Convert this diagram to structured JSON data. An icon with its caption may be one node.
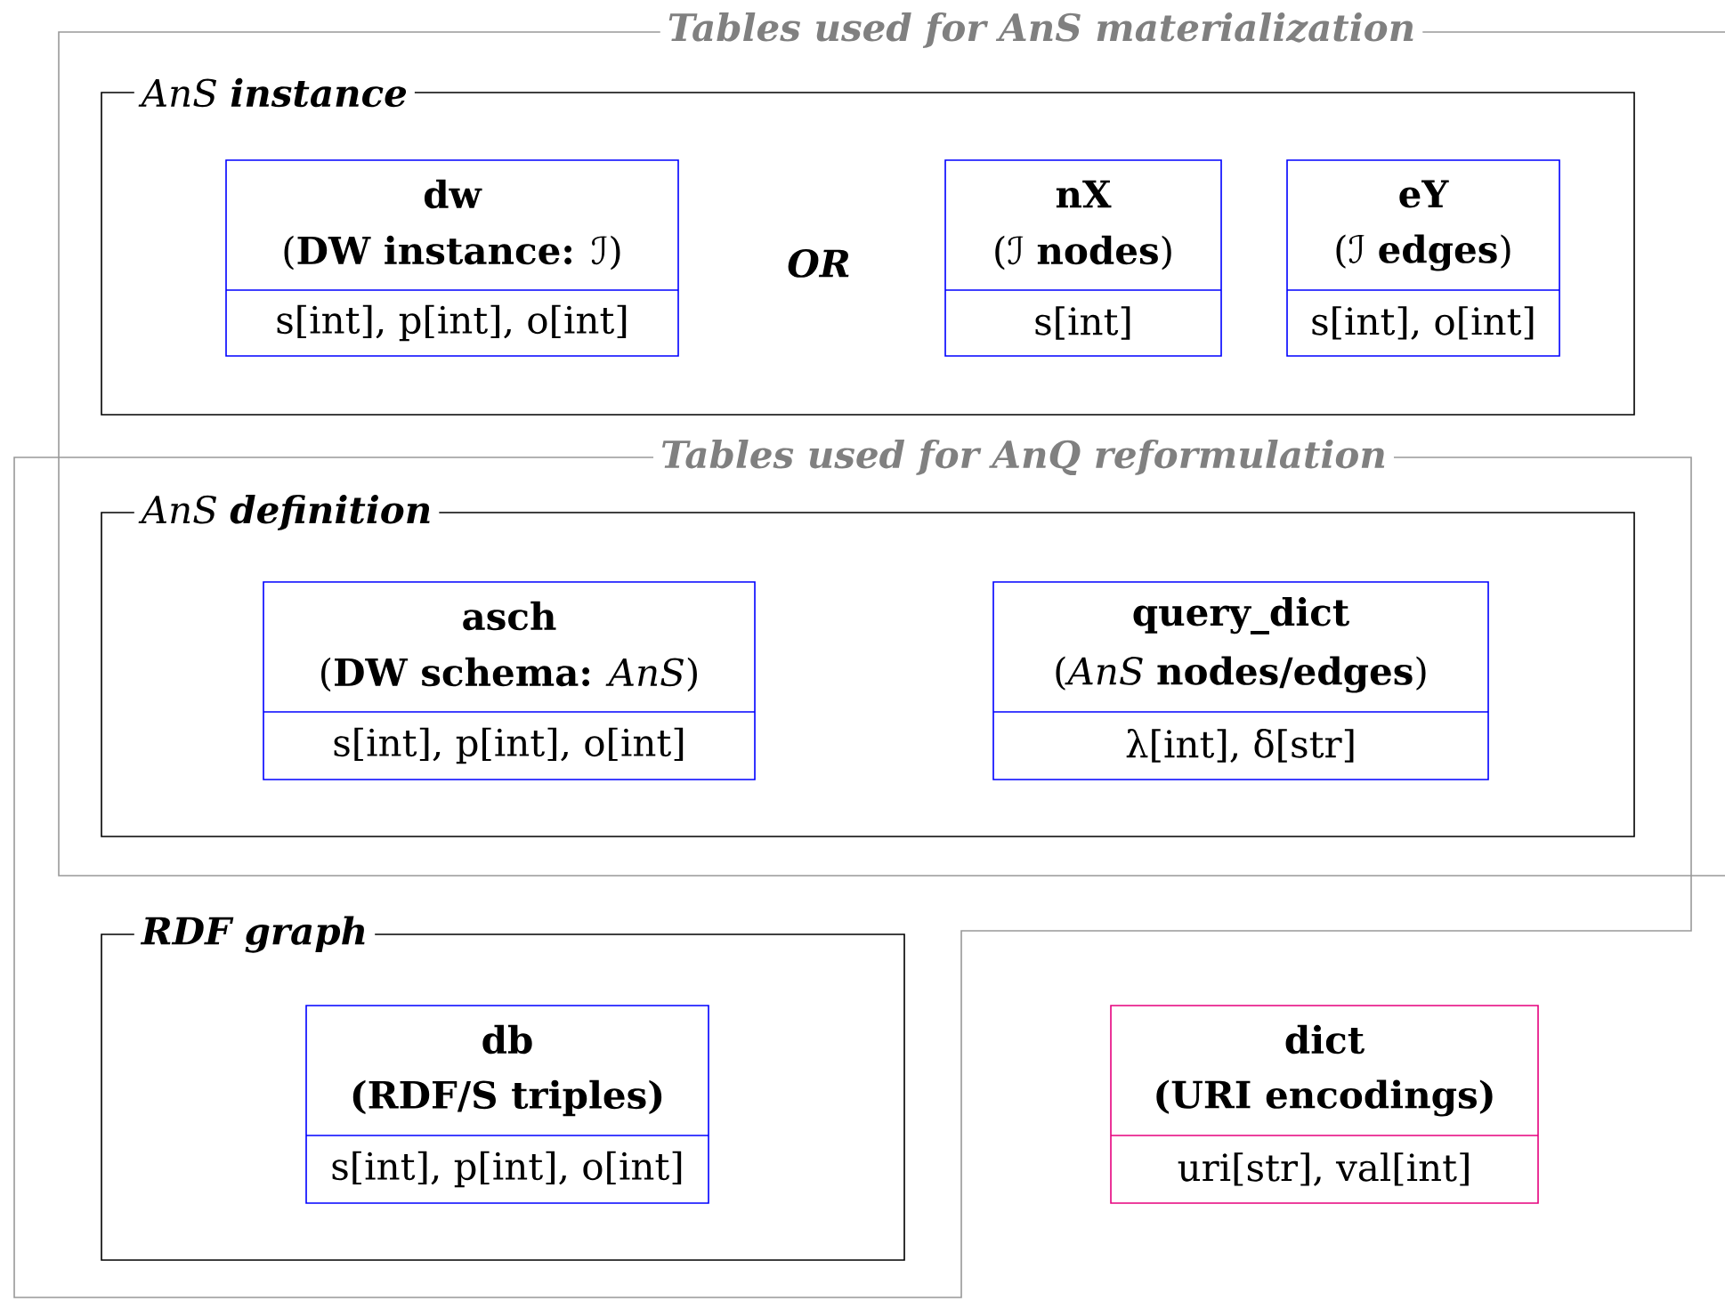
{
  "diagram": {
    "nodes": [
      {
        "text": [
          "Tables used for AnS materialization"
        ]
      },
      {
        "text": [
          "AnS **instance**"
        ],
        "in": 0
      },
      {
        "text": [
          "dw",
          "(**DW instance:** ℐ)",
          "s[int], p[int], o[int]"
        ],
        "in": 1
      },
      {
        "text": [
          "nX",
          "(ℐ **nodes**)",
          "s[int]"
        ],
        "in": 1
      },
      {
        "text": [
          "eY",
          "(ℐ **edges**)",
          "s[int], o[int]"
        ],
        "in": 1
      },
      {
        "text": [
          "Tables used for AnQ reformulation"
        ]
      },
      {
        "text": [
          "AnS **definition**"
        ]
      },
      {
        "text": [
          "asch",
          "(**DW schema:** *AnS*)",
          "s[int], p[int], o[int]"
        ],
        "in": 6
      },
      {
        "text": [
          "query_dict",
          "(*AnS* **nodes/edges**)",
          "λ[int], δ[str]"
        ],
        "in": 6
      },
      {
        "text": [
          "RDF graph"
        ],
        "in": 5
      },
      {
        "text": [
          "db",
          "(RDF/S triples)",
          "s[int], p[int], o[int]"
        ],
        "in": 9
      },
      {
        "text": [
          "dict",
          "(URI encodings)",
          "uri[str], val[int]"
        ]
      }
    ],
    "edges": [],
    "labels": [
      "OR"
    ]
  }
}
